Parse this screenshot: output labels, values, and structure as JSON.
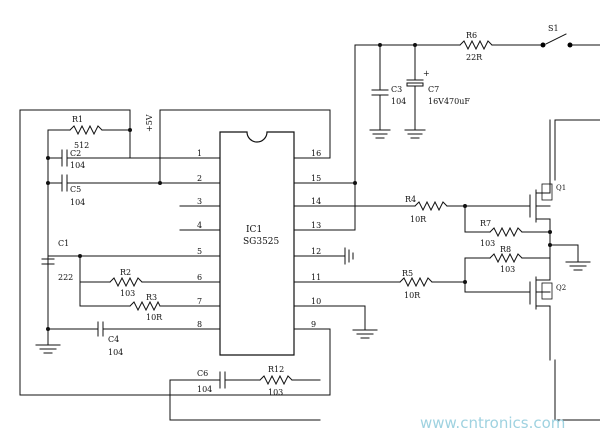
{
  "ic": {
    "ref": "IC1",
    "part": "SG3525"
  },
  "pins_left": [
    "1",
    "2",
    "3",
    "4",
    "5",
    "6",
    "7",
    "8"
  ],
  "pins_right": [
    "16",
    "15",
    "14",
    "13",
    "12",
    "11",
    "10",
    "9"
  ],
  "supply_label": "+5V",
  "components": {
    "R1": {
      "ref": "R1",
      "value": "512"
    },
    "C2": {
      "ref": "C2",
      "value": "104"
    },
    "C5": {
      "ref": "C5",
      "value": "104"
    },
    "C1": {
      "ref": "C1",
      "value": "222"
    },
    "R2": {
      "ref": "R2",
      "value": "103"
    },
    "R3": {
      "ref": "R3",
      "value": "10R"
    },
    "C4": {
      "ref": "C4",
      "value": "104"
    },
    "C6": {
      "ref": "C6",
      "value": "104"
    },
    "R12": {
      "ref": "R12",
      "value": "103"
    },
    "C3": {
      "ref": "C3",
      "value": "104"
    },
    "C7": {
      "ref": "C7",
      "value": "16V470uF"
    },
    "R6": {
      "ref": "R6",
      "value": "22R"
    },
    "S1": {
      "ref": "S1"
    },
    "R4": {
      "ref": "R4",
      "value": "10R"
    },
    "R5": {
      "ref": "R5",
      "value": "10R"
    },
    "R7": {
      "ref": "R7",
      "value": "103"
    },
    "R8": {
      "ref": "R8",
      "value": "103"
    },
    "Q1": {
      "ref": "Q1"
    },
    "Q2": {
      "ref": "Q2"
    }
  },
  "watermark": "www.cntronics.com"
}
